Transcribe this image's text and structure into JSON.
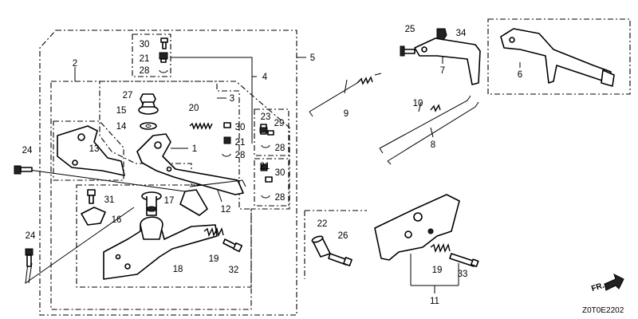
{
  "callouts": [
    {
      "id": "c1",
      "text": "1"
    },
    {
      "id": "c2",
      "text": "2"
    },
    {
      "id": "c3",
      "text": "3"
    },
    {
      "id": "c4",
      "text": "4"
    },
    {
      "id": "c5",
      "text": "5"
    },
    {
      "id": "c6",
      "text": "6"
    },
    {
      "id": "c7",
      "text": "7"
    },
    {
      "id": "c8",
      "text": "8"
    },
    {
      "id": "c9",
      "text": "9"
    },
    {
      "id": "c10",
      "text": "10"
    },
    {
      "id": "c11",
      "text": "11"
    },
    {
      "id": "c12",
      "text": "12"
    },
    {
      "id": "c13",
      "text": "13"
    },
    {
      "id": "c14",
      "text": "14"
    },
    {
      "id": "c15",
      "text": "15"
    },
    {
      "id": "c16",
      "text": "16"
    },
    {
      "id": "c17",
      "text": "17"
    },
    {
      "id": "c18",
      "text": "18"
    },
    {
      "id": "c19a",
      "text": "19"
    },
    {
      "id": "c19b",
      "text": "19"
    },
    {
      "id": "c20",
      "text": "20"
    },
    {
      "id": "c21a",
      "text": "21"
    },
    {
      "id": "c21b",
      "text": "21"
    },
    {
      "id": "c21c",
      "text": "21"
    },
    {
      "id": "c22",
      "text": "22"
    },
    {
      "id": "c23",
      "text": "23"
    },
    {
      "id": "c24a",
      "text": "24"
    },
    {
      "id": "c24b",
      "text": "24"
    },
    {
      "id": "c25",
      "text": "25"
    },
    {
      "id": "c26",
      "text": "26"
    },
    {
      "id": "c27",
      "text": "27"
    },
    {
      "id": "c28a",
      "text": "28"
    },
    {
      "id": "c28b",
      "text": "28"
    },
    {
      "id": "c28c",
      "text": "28"
    },
    {
      "id": "c28d",
      "text": "28"
    },
    {
      "id": "c29",
      "text": "29"
    },
    {
      "id": "c30a",
      "text": "30"
    },
    {
      "id": "c30b",
      "text": "30"
    },
    {
      "id": "c30c",
      "text": "30"
    },
    {
      "id": "c31",
      "text": "31"
    },
    {
      "id": "c32",
      "text": "32"
    },
    {
      "id": "c33",
      "text": "33"
    },
    {
      "id": "c34",
      "text": "34"
    }
  ],
  "direction_label": "FR.",
  "diagram_code": "Z0T0E2202",
  "colors": {
    "ink": "#000000",
    "background": "#ffffff"
  }
}
